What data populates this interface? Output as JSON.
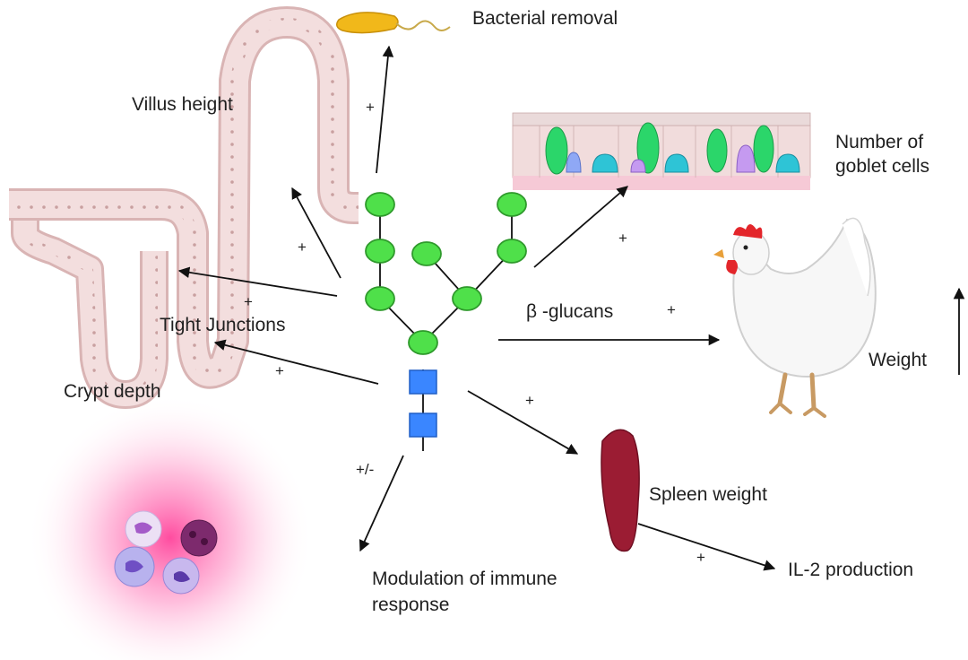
{
  "labels": {
    "bacterial_removal": "Bacterial removal",
    "villus_height": "Villus height",
    "goblet_line1": "Number of",
    "goblet_line2": "goblet cells",
    "tight_junctions": "Tight Junctions",
    "crypt_depth": "Crypt depth",
    "beta_glucans": "β -glucans",
    "weight": "Weight",
    "spleen_weight": "Spleen weight",
    "immune_line1": "Modulation of immune",
    "immune_line2": "response",
    "il2": "IL-2 production"
  },
  "signs": {
    "bacterial": "+",
    "villus": "+",
    "tight": "+",
    "crypt": "+",
    "goblet": "+",
    "weight": "+",
    "spleen": "+",
    "immune": "+/-",
    "il2": "+"
  },
  "colors": {
    "glucose": "#4fe04a",
    "glucose_stroke": "#2f9a2c",
    "square": "#3a86ff",
    "square_stroke": "#1f5fc6",
    "arrow": "#111111",
    "tissue": "#f1dada",
    "tissue_edge": "#d9b4b4",
    "spleen": "#9b1c33",
    "bacterium": "#f1b81a"
  }
}
